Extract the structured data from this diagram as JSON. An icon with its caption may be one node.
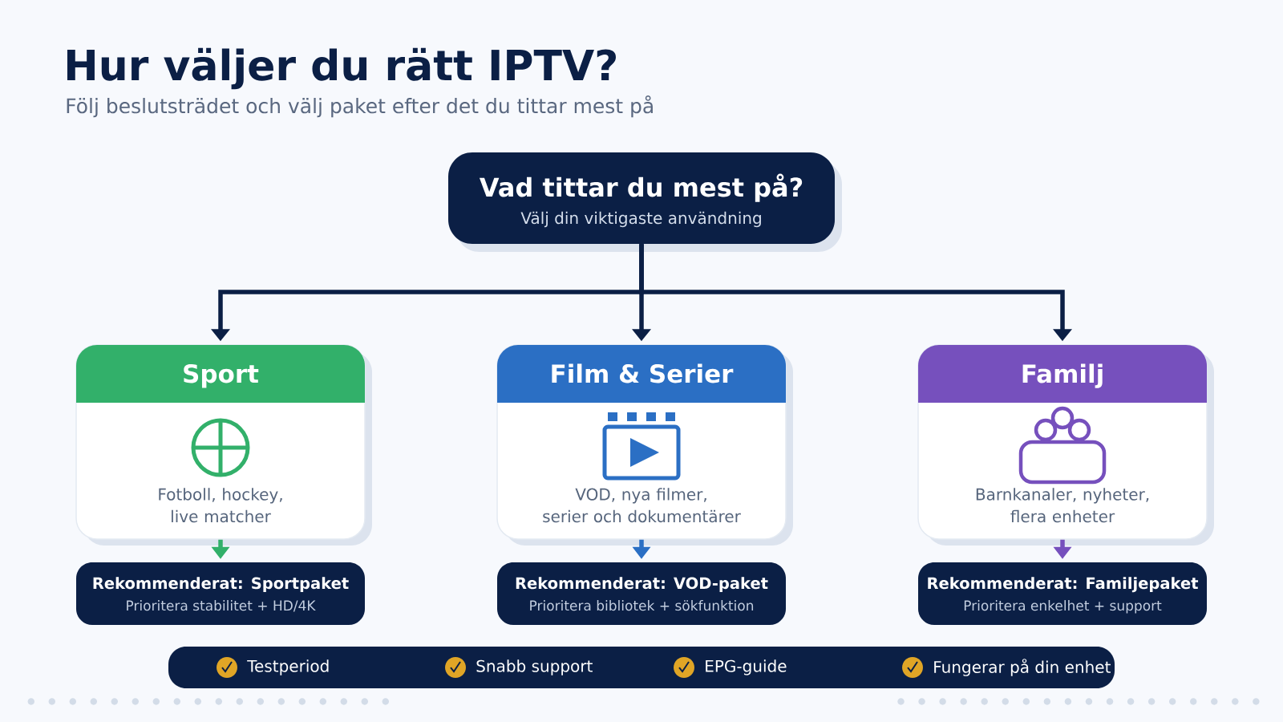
{
  "diagram": {
    "title": "Hur väljer du rätt IPTV?",
    "nodes": [
      {
        "text": [
          "Vad tittar du mest på?",
          "Välj din viktigaste användning"
        ]
      },
      {
        "text": [
          "Sport",
          "Fotboll, hockey, live matcher"
        ]
      },
      {
        "text": [
          "Film & Serier",
          "VOD, nya filmer, serier och dokumentärer"
        ]
      },
      {
        "text": [
          "Familj",
          "Barnkanaler, nyheter, flera enheter"
        ]
      },
      {
        "text": [
          "Rekommenderat: Sportpaket",
          "Prioritera stabilitet + HD/4K"
        ]
      },
      {
        "text": [
          "Rekommenderat: VOD-paket",
          "Prioritera bibliotek + sökfunktion"
        ]
      },
      {
        "text": [
          "Rekommenderat: Familjepaket",
          "Prioritera enkelhet + support"
        ]
      },
      {
        "text": [
          "Testperiod",
          "Snabb support",
          "EPG-guide",
          "Fungerar på din enhet"
        ]
      }
    ],
    "edges": [
      {
        "from": 0,
        "to": 1,
        "arrow": "to",
        "color": "#0b1f45"
      },
      {
        "from": 0,
        "to": 2,
        "arrow": "to",
        "color": "#0b1f45"
      },
      {
        "from": 0,
        "to": 3,
        "arrow": "to",
        "color": "#0b1f45"
      },
      {
        "from": 1,
        "to": 4,
        "arrow": "to",
        "color": "#32b06a"
      },
      {
        "from": 2,
        "to": 5,
        "arrow": "to",
        "color": "#2b6fc4"
      },
      {
        "from": 3,
        "to": 6,
        "arrow": "to",
        "color": "#7650bd"
      }
    ],
    "labels": [
      "Följ beslutsträdet och välj paket efter det du tittar mest på"
    ]
  }
}
